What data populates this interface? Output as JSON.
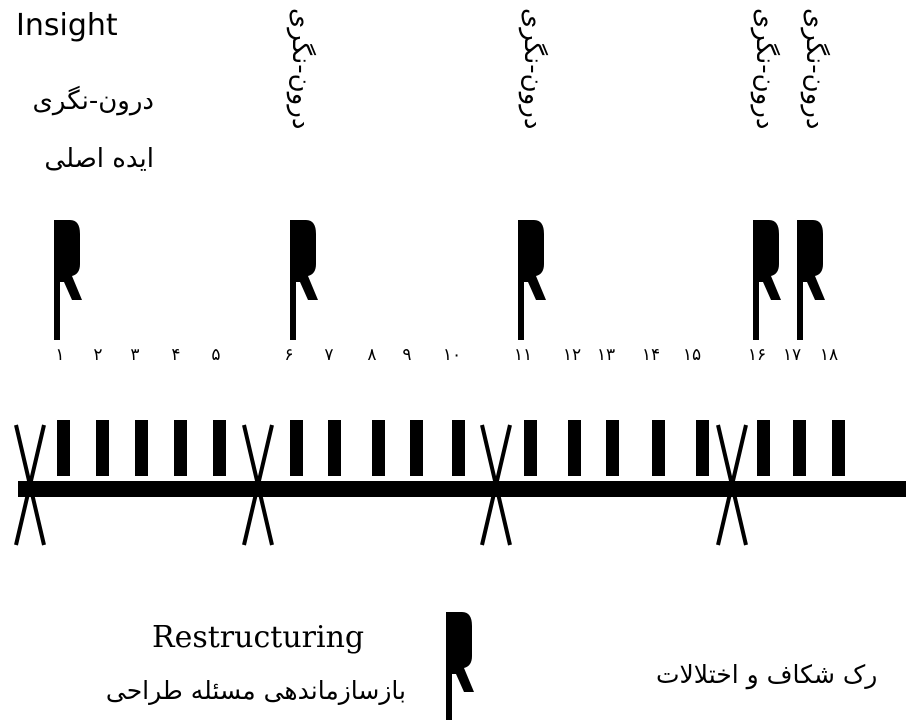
{
  "header": {
    "insight": "Insight",
    "introspection": "درون-نگری",
    "main_idea": "ایده اصلی"
  },
  "vertical_labels": [
    "درون-نگری",
    "درون-نگری",
    "درون-نگری",
    "درون-نگری"
  ],
  "numbers": [
    "۱",
    "۲",
    "۳",
    "۴",
    "۵",
    "۶",
    "۷",
    "۸",
    "۹",
    "۱۰",
    "۱۱",
    "۱۲",
    "۱۳",
    "۱۴",
    "۱۵",
    "۱۶",
    "۱۷",
    "۱۸"
  ],
  "legend": {
    "restructuring": "Restructuring",
    "restructuring_fa": "بازسازماندهی مسئله طراحی",
    "gaps": "رک شکاف و اختلالات"
  }
}
